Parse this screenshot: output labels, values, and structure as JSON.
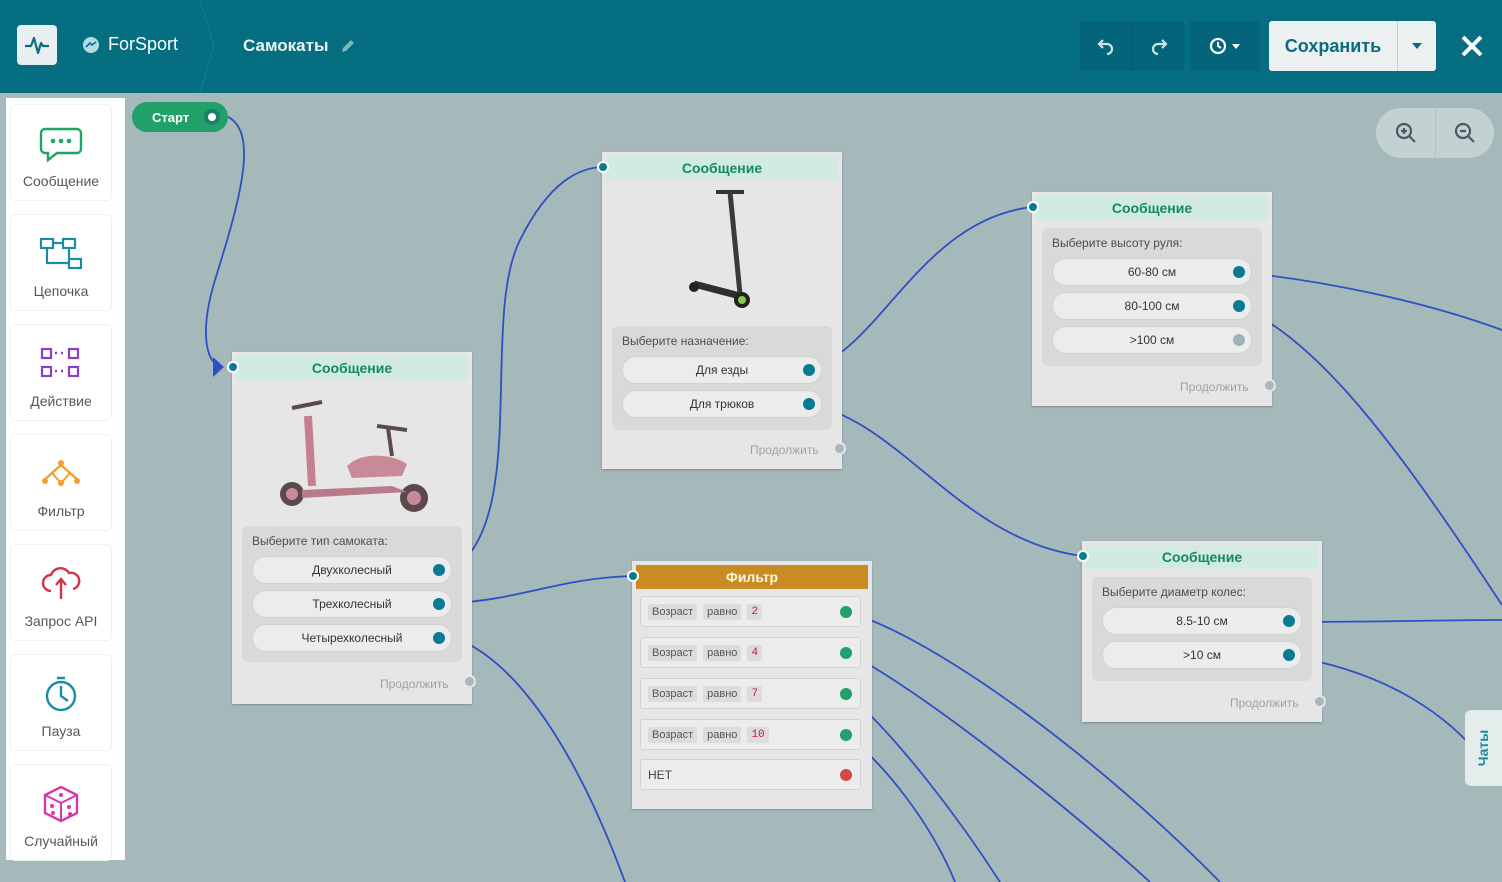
{
  "header": {
    "project": "ForSport",
    "flow_name": "Самокаты",
    "save_label": "Сохранить"
  },
  "sidebar": {
    "items": [
      {
        "label": "Сообщение",
        "icon": "chat-bubble-icon",
        "color": "#1fa463"
      },
      {
        "label": "Цепочка",
        "icon": "chain-icon",
        "color": "#1b8ca3"
      },
      {
        "label": "Действие",
        "icon": "action-icon",
        "color": "#8a3fc8"
      },
      {
        "label": "Фильтр",
        "icon": "filter-icon",
        "color": "#f0a030"
      },
      {
        "label": "Запрос API",
        "icon": "cloud-api-icon",
        "color": "#d4344a"
      },
      {
        "label": "Пауза",
        "icon": "stopwatch-icon",
        "color": "#1b8ca3"
      },
      {
        "label": "Случайный",
        "icon": "dice-icon",
        "color": "#d838a8"
      }
    ]
  },
  "canvas": {
    "start_label": "Старт",
    "continue_label": "Продолжить",
    "node_type": {
      "type": "Сообщение",
      "iconless": "true"
    },
    "nodes": {
      "type_node": {
        "title": "Сообщение",
        "question": "Выберите тип самоката:",
        "options": [
          "Двухколесный",
          "Трехколесный",
          "Четырехколесный"
        ]
      },
      "purpose_node": {
        "title": "Сообщение",
        "question": "Выберите назначение:",
        "options": [
          "Для езды",
          "Для трюков"
        ]
      },
      "height_node": {
        "title": "Сообщение",
        "question": "Выберите высоту руля:",
        "options": [
          "60-80 см",
          "80-100 см",
          ">100 см"
        ]
      },
      "wheel_node": {
        "title": "Сообщение",
        "question": "Выберите диаметр колес:",
        "options": [
          "8.5-10 см",
          ">10 см"
        ]
      },
      "filter_node": {
        "title": "Фильтр",
        "field": "Возраст",
        "operator": "равно",
        "values": [
          "2",
          "4",
          "7",
          "10"
        ],
        "else_label": "НЕТ"
      }
    },
    "chats_tab": "Чаты"
  },
  "colors": {
    "header": "#056e80",
    "canvas": "#a5b9ba",
    "link": "#2f4fc4",
    "port": "#097a93",
    "filter": "#c98c22"
  }
}
